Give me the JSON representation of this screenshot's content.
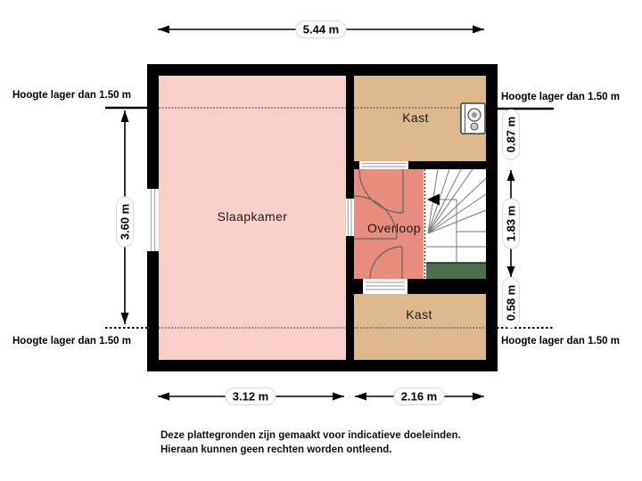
{
  "rooms": {
    "slaapkamer": "Slaapkamer",
    "kast_top": "Kast",
    "overloop": "Overloop",
    "kast_bottom": "Kast"
  },
  "dimensions": {
    "total_width": "5.44 m",
    "room_height": "3.60 m",
    "slaapkamer_width": "3.12 m",
    "right_width": "2.16 m",
    "kast_top_depth": "0.87 m",
    "stairs_depth": "1.83 m",
    "kast_bottom_depth": "0.58 m"
  },
  "height_notes": {
    "top_left": "Hoogte lager dan 1.50 m",
    "top_right": "Hoogte lager dan 1.50 m",
    "bottom_left": "Hoogte lager dan 1.50 m",
    "bottom_right": "Hoogte lager dan 1.50 m"
  },
  "disclaimer": {
    "line1": "Deze plattegronden zijn gemaakt voor indicatieve doeleinden.",
    "line2": "Hieraan kunnen geen rechten worden ontleend."
  },
  "colors": {
    "wall": "#000000",
    "slaapkamer": "#FBCFC9",
    "kast": "#DCB88C",
    "overloop": "#E88C7D",
    "void_green": "#4B7050",
    "background": "#FFFFFF"
  }
}
